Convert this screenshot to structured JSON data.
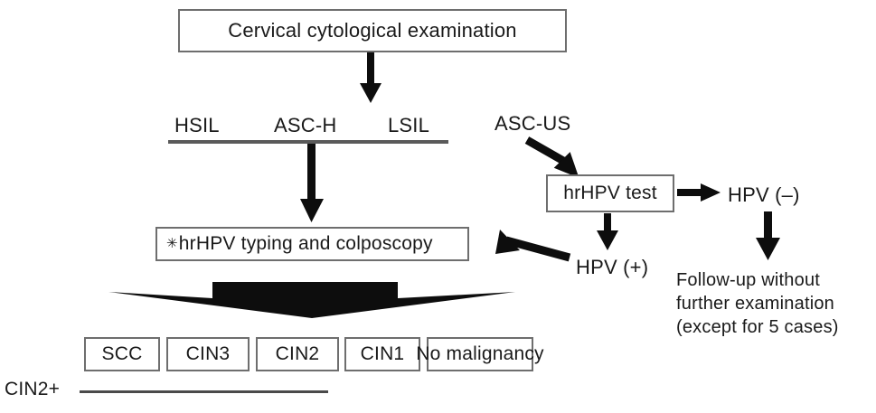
{
  "diagram": {
    "title": "Cervical cytological examination management algorithm",
    "background_color": "#ffffff",
    "line_color": "#1a1a1a",
    "box_border_color": "#6e6e6e"
  },
  "top": {
    "label": "Cervical cytological examination"
  },
  "cytology_classes": {
    "hsil": "HSIL",
    "asch": "ASC-H",
    "lsil": "LSIL",
    "ascus": "ASC-US"
  },
  "hpv": {
    "test_label": "hrHPV test",
    "negative_label": "HPV (–)",
    "positive_label": "HPV (+)",
    "followup_label": "Follow-up without further examination (except for 5 cases)"
  },
  "colposcopy": {
    "marker": "✳",
    "label": "hrHPV typing and colposcopy"
  },
  "results": {
    "items": [
      {
        "label": "SCC"
      },
      {
        "label": "CIN3"
      },
      {
        "label": "CIN2"
      },
      {
        "label": "CIN1"
      },
      {
        "label": "No malignancy"
      }
    ],
    "bracket_label": "CIN2+"
  }
}
